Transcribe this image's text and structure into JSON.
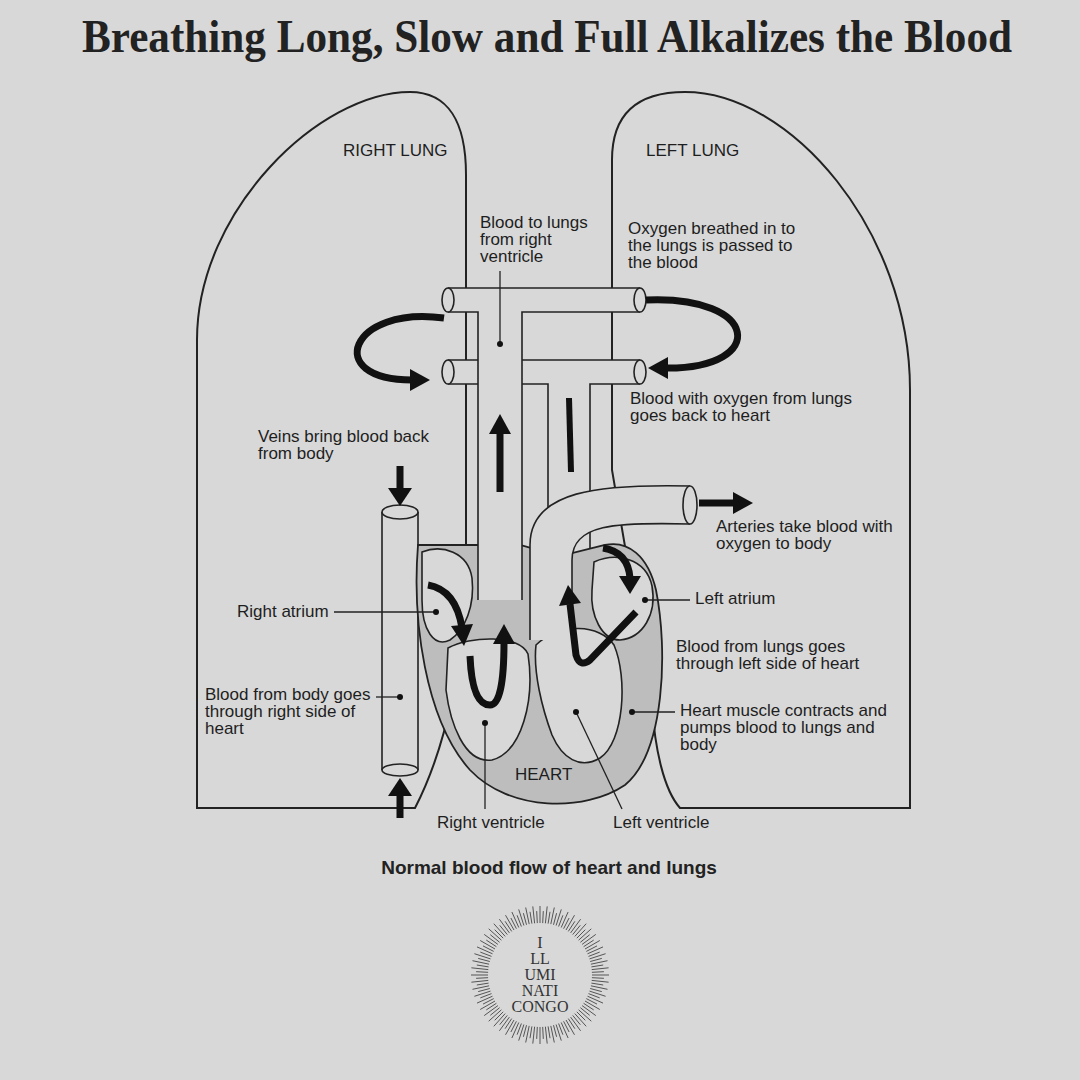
{
  "diagram": {
    "title": "Breathing Long, Slow and Full Alkalizes the Blood",
    "caption": "Normal blood flow of heart and lungs",
    "nodes": [
      {
        "text": [
          "RIGHT LUNG"
        ]
      },
      {
        "text": [
          "LEFT LUNG"
        ]
      },
      {
        "text": [
          "HEART"
        ]
      },
      {
        "text": [
          "I LL UMI NATI CONGO"
        ]
      }
    ],
    "labels": [
      "Blood to lungs from right ventricle",
      "Oxygen breathed in to the lungs is passed to the blood",
      "Blood with oxygen from lungs goes back to heart",
      "Veins bring blood back from body",
      "Arteries take blood with oxygen to body",
      "Right atrium",
      "Left atrium",
      "Blood from lungs goes through left side of heart",
      "Blood from body goes through right side of heart",
      "Heart muscle contracts and pumps blood to lungs and body",
      "Right ventricle",
      "Left ventricle"
    ]
  }
}
